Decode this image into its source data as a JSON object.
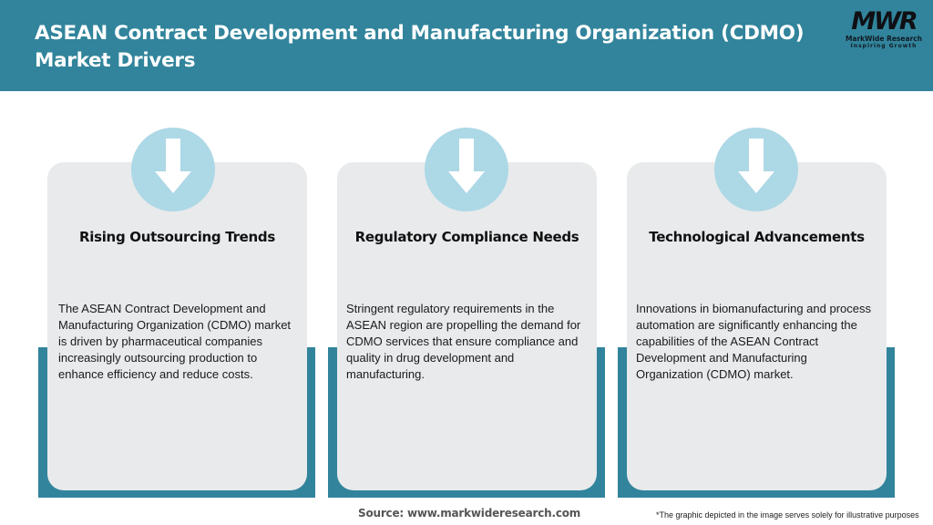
{
  "header": {
    "title": "ASEAN Contract Development and Manufacturing Organization (CDMO) Market Drivers",
    "background_color": "#31849b"
  },
  "logo": {
    "mark": "MWR",
    "name": "MarkWide Research",
    "tagline": "Inspiring Growth"
  },
  "colors": {
    "accent_teal": "#31849b",
    "circle_light_blue": "#add8e6",
    "card_gray": "#e8eaec"
  },
  "cards": [
    {
      "icon": "arrow-down-icon",
      "title": "Rising Outsourcing Trends",
      "body": "The ASEAN Contract Development and Manufacturing Organization (CDMO) market is driven by pharmaceutical companies increasingly outsourcing production to enhance efficiency and reduce costs."
    },
    {
      "icon": "arrow-down-icon",
      "title": "Regulatory Compliance Needs",
      "body": "Stringent regulatory requirements in the ASEAN region are propelling the demand for CDMO services that ensure compliance and quality in drug development and manufacturing."
    },
    {
      "icon": "arrow-down-icon",
      "title": "Technological Advancements",
      "body": "Innovations in biomanufacturing and process automation are significantly enhancing the capabilities of the ASEAN Contract Development and Manufacturing Organization (CDMO) market."
    }
  ],
  "footer": {
    "source": "Source: www.markwideresearch.com",
    "disclaimer": "*The graphic depicted in the image serves solely for illustrative purposes"
  }
}
